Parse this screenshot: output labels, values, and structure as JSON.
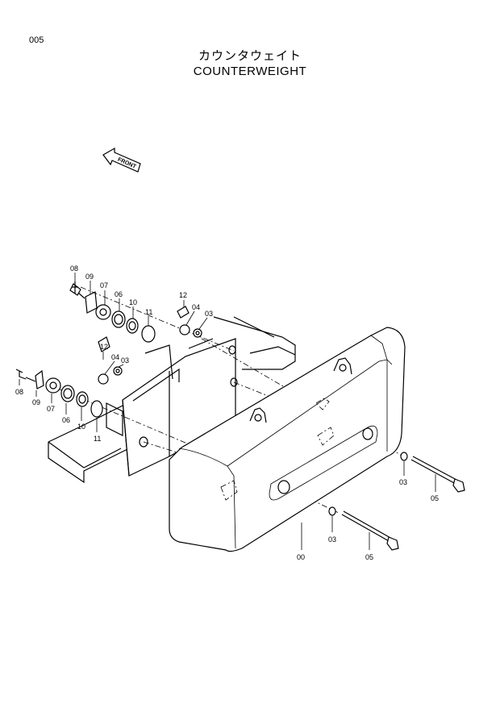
{
  "page": {
    "number": "005"
  },
  "title": {
    "japanese": "カウンタウェイト",
    "english": "COUNTERWEIGHT"
  },
  "front_indicator": "FRONT",
  "callouts": {
    "c00": "00",
    "c03a": "03",
    "c03b": "03",
    "c03c": "03",
    "c03d": "03",
    "c04a": "04",
    "c04b": "04",
    "c05a": "05",
    "c05b": "05",
    "c06a": "06",
    "c06b": "06",
    "c07a": "07",
    "c07b": "07",
    "c08a": "08",
    "c08b": "08",
    "c09a": "09",
    "c09b": "09",
    "c10a": "10",
    "c10b": "10",
    "c11a": "11",
    "c11b": "11",
    "c12a": "12",
    "c12b": "12"
  }
}
